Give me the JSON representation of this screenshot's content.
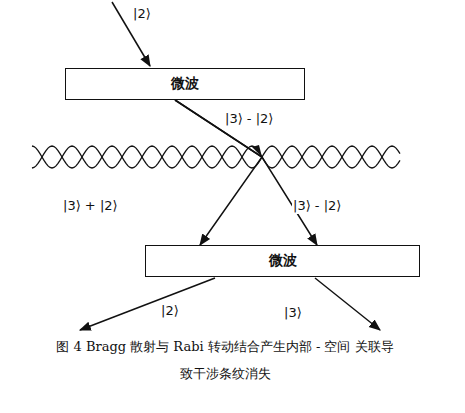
{
  "diagram": {
    "caption": "图 4 Bragg 散射与 Rabi 转动结合产生内部 - 空间 关联导致干涉条纹消失",
    "nodes": [
      {
        "text": [
          "微波"
        ]
      },
      {
        "text": [
          "微波"
        ]
      }
    ],
    "edges": [
      {
        "from": 0,
        "to": 1,
        "arrow": "to",
        "label": "|3⟩ + |2⟩"
      },
      {
        "from": 0,
        "to": 1,
        "arrow": "to",
        "label": "|3⟩ - |2⟩"
      }
    ],
    "labels": [
      "|2⟩",
      "|3⟩ - |2⟩",
      "|2⟩",
      "|3⟩"
    ]
  }
}
